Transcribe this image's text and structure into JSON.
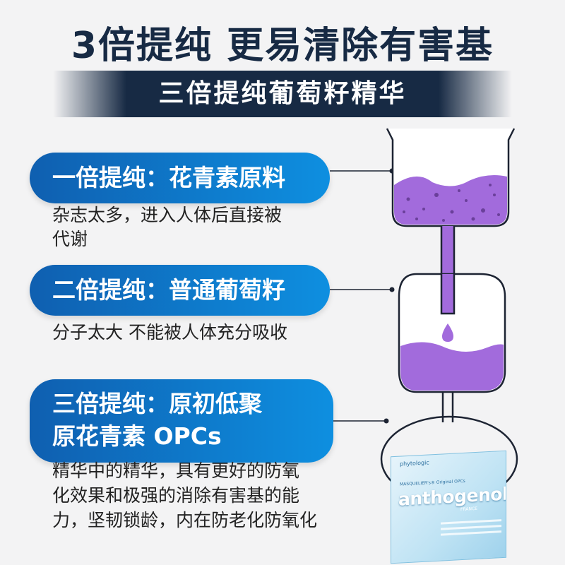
{
  "header": {
    "title": "3倍提纯 更易清除有害基",
    "subtitle": "三倍提纯葡萄籽精华"
  },
  "stages": [
    {
      "label": "一倍提纯：花青素原料",
      "desc_lines": [
        "杂志太多，进入人体后直接被",
        "代谢"
      ]
    },
    {
      "label": "二倍提纯：普通葡萄籽",
      "desc_lines": [
        "分子太大 不能被人体充分吸收"
      ]
    },
    {
      "label_lines": [
        "三倍提纯：原初低聚",
        "原花青素 OPCs"
      ],
      "desc_lines": [
        "精华中的精华，具有更好的防氧",
        "化效果和极强的消除有害基的能",
        "力，坚韧锁龄，内在防老化防氧化"
      ]
    }
  ],
  "product": {
    "brand_top": "phytologic",
    "small_text": "MASQUELIER's® Original OPCs",
    "brand": "anthogenol",
    "country": "FRANCE"
  },
  "colors": {
    "navy": "#172a44",
    "blue_start": "#0f5fb0",
    "blue_end": "#0e8fe0",
    "liquid_purple": "#a26bdc"
  }
}
